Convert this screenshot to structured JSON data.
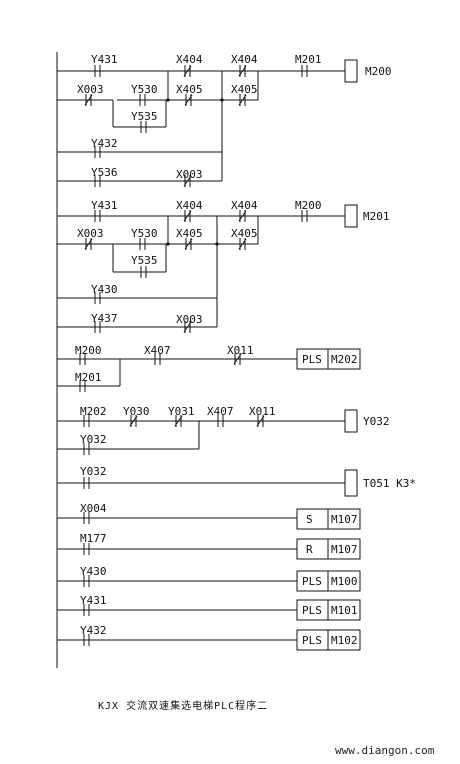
{
  "caption": "KJX 交流双速集选电梯PLC程序二",
  "watermark": "www.diangon.com",
  "labels": {
    "r1": [
      "Y431",
      "X404",
      "X404",
      "M201",
      "X003",
      "Y530",
      "X405",
      "X405",
      "Y535",
      "Y432",
      "Y536",
      "X003"
    ],
    "r1_coil": "M200",
    "r2": [
      "Y431",
      "X404",
      "X404",
      "M200",
      "X003",
      "Y530",
      "X405",
      "X405",
      "Y535",
      "Y430",
      "Y437",
      "X003"
    ],
    "r2_coil": "M201",
    "r3": [
      "M200",
      "X407",
      "X011",
      "M201"
    ],
    "r3_box": [
      "PLS",
      "M202"
    ],
    "r4": [
      "M202",
      "Y030",
      "Y031",
      "X407",
      "X011",
      "Y032"
    ],
    "r4_coil": "Y032",
    "r5": [
      "Y032"
    ],
    "r5_coil": "T051 K3*",
    "r6": [
      "X004"
    ],
    "r6_box": [
      "S",
      "M107"
    ],
    "r7": [
      "M177"
    ],
    "r7_box": [
      "R",
      "M107"
    ],
    "r8": [
      "Y430"
    ],
    "r8_box": [
      "PLS",
      "M100"
    ],
    "r9": [
      "Y431"
    ],
    "r9_box": [
      "PLS",
      "M101"
    ],
    "r10": [
      "Y432"
    ],
    "r10_box": [
      "PLS",
      "M102"
    ]
  }
}
